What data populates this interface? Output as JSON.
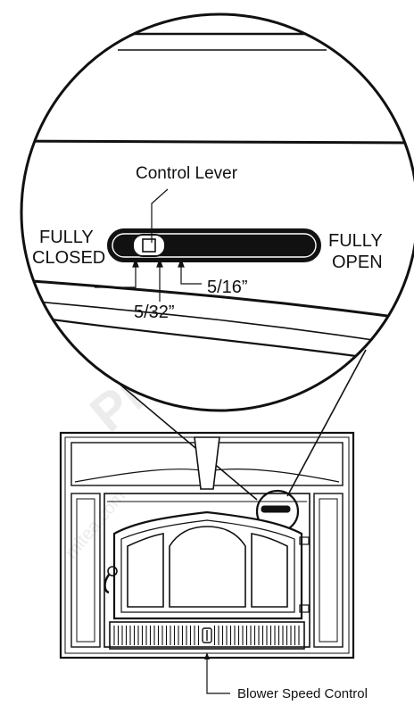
{
  "labels": {
    "control_lever": "Control Lever",
    "fully_closed_1": "FULLY",
    "fully_closed_2": "CLOSED",
    "fully_open_1": "FULLY",
    "fully_open_2": "OPEN",
    "five_sixteenths": "5/16”",
    "five_thirtyseconds": "5/32”",
    "blower_speed_control": "Blower Speed Control"
  },
  "watermark": {
    "line1": "Products",
    "line2": "mitea.com"
  },
  "colors": {
    "ink": "#111111",
    "fill": "#ffffff",
    "slot": "#111111",
    "watermark": "#ececec"
  }
}
